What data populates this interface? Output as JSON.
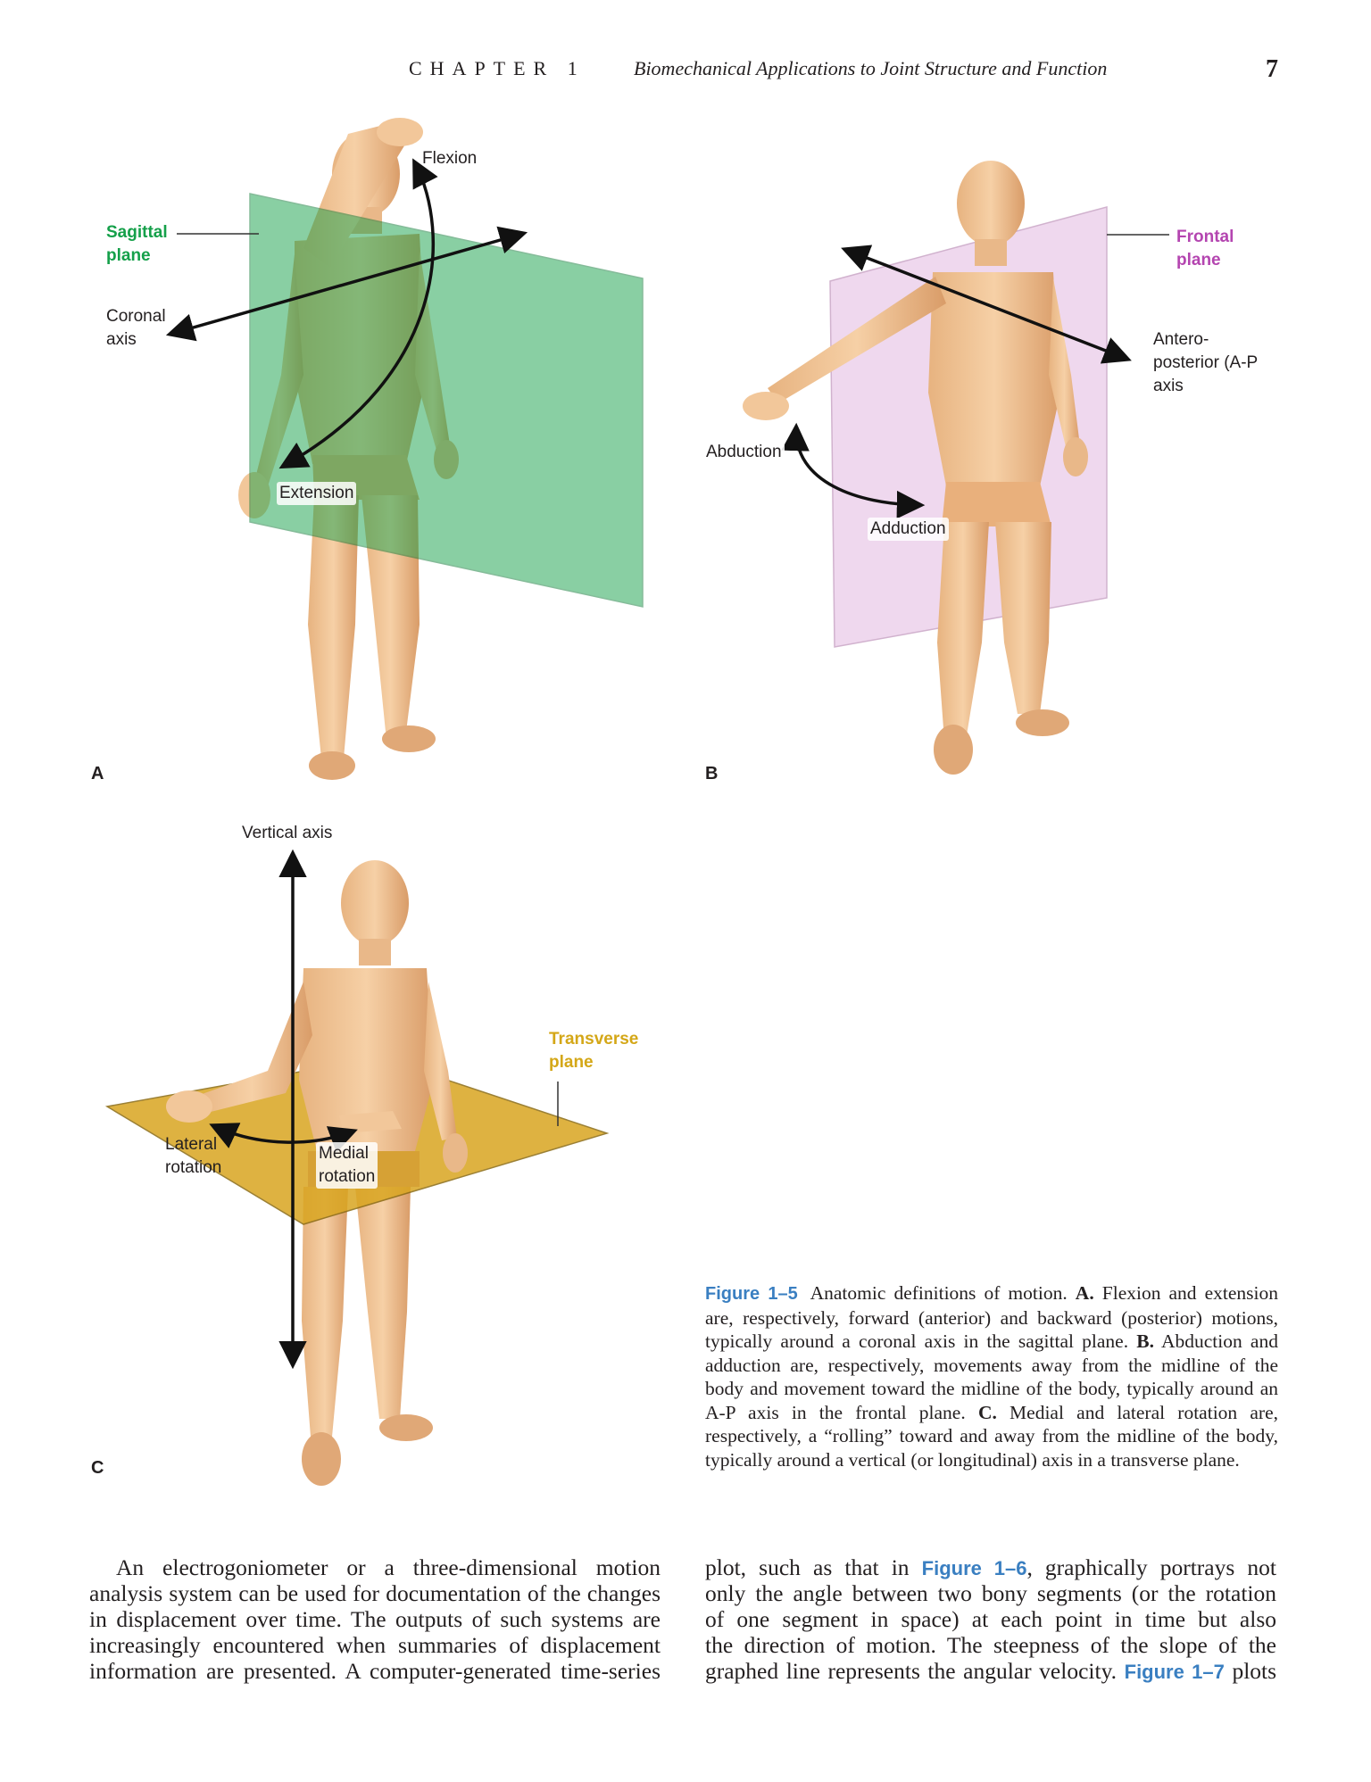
{
  "header": {
    "chapter": "CHAPTER 1",
    "title": "Biomechanical Applications to Joint Structure and Function",
    "page_number": "7"
  },
  "panel_a": {
    "letter": "A",
    "plane_label_1": "Sagittal",
    "plane_label_2": "plane",
    "axis_label_1": "Coronal",
    "axis_label_2": "axis",
    "motion_1": "Flexion",
    "motion_2": "Extension",
    "plane_color": "#15a04a"
  },
  "panel_b": {
    "letter": "B",
    "plane_label_1": "Frontal",
    "plane_label_2": "plane",
    "axis_label_1": "Antero-",
    "axis_label_2": "posterior (A-P",
    "axis_label_3": "axis",
    "motion_1": "Abduction",
    "motion_2": "Adduction",
    "plane_color": "#b445b0"
  },
  "panel_c": {
    "letter": "C",
    "axis_label": "Vertical axis",
    "plane_label_1": "Transverse",
    "plane_label_2": "plane",
    "motion_1a": "Lateral",
    "motion_1b": "rotation",
    "motion_2a": "Medial",
    "motion_2b": "rotation",
    "plane_color": "#d4a717"
  },
  "caption": {
    "figure_label": "Figure 1–5",
    "intro": "Anatomic definitions of motion.",
    "a_letter": "A.",
    "a_text": "Flexion and extension are, respectively, forward (anterior) and backward (posterior) motions, typically around a coronal axis in the sagittal plane.",
    "b_letter": "B.",
    "b_text": "Abduction and adduction are, respectively, movements away from the midline of the body and movement toward the midline of the body, typically around an A-P axis in the frontal plane.",
    "c_letter": "C.",
    "c_text": "Medial and lateral rotation are, respectively, a “rolling” toward and away from the midline of the body, typically around a vertical (or longitudinal) axis in a transverse plane."
  },
  "body": {
    "left_lines": [
      "An electrogoniometer or a three-dimensional motion",
      "analysis system can be used for documentation of the changes",
      "in displacement over time. The outputs of such systems are",
      "increasingly encountered when summaries of displacement",
      "information are presented. A computer-generated time-series"
    ],
    "right_line1_a": "plot, such as that in",
    "right_ref1": "Figure 1–6",
    "right_line1_b": ", graphically portrays not",
    "right_lines_mid": [
      "only the angle between two bony segments (or the rotation",
      "of one segment in space) at each point in time but also",
      "the direction of motion. The steepness of the slope of the"
    ],
    "right_line5_a": "graphed line represents the angular velocity.",
    "right_ref2": "Figure 1–7",
    "right_line5_b": "plots"
  }
}
